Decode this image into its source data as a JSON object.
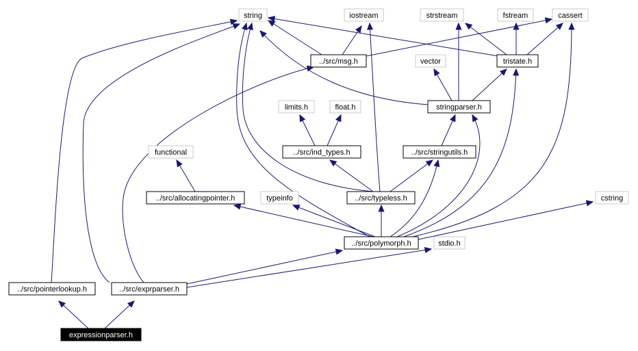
{
  "graph": {
    "nodes": [
      {
        "id": "string",
        "label": "string"
      },
      {
        "id": "iostream",
        "label": "iostream"
      },
      {
        "id": "strstream",
        "label": "strstream"
      },
      {
        "id": "fstream",
        "label": "fstream"
      },
      {
        "id": "cassert",
        "label": "cassert"
      },
      {
        "id": "msg",
        "label": "../src/msg.h"
      },
      {
        "id": "tristate",
        "label": "tristate.h"
      },
      {
        "id": "vector",
        "label": "vector"
      },
      {
        "id": "stringparser",
        "label": "stringparser.h"
      },
      {
        "id": "limits",
        "label": "limits.h"
      },
      {
        "id": "float",
        "label": "float.h"
      },
      {
        "id": "ind_types",
        "label": "../src/ind_types.h"
      },
      {
        "id": "stringutils",
        "label": "../src/stringutils.h"
      },
      {
        "id": "functional",
        "label": "functional"
      },
      {
        "id": "allocatingpointer",
        "label": "../src/allocatingpointer.h"
      },
      {
        "id": "typeinfo",
        "label": "typeinfo"
      },
      {
        "id": "typeless",
        "label": "../src/typeless.h"
      },
      {
        "id": "cstring",
        "label": "cstring"
      },
      {
        "id": "polymorph",
        "label": "../src/polymorph.h"
      },
      {
        "id": "stdio",
        "label": "stdio.h"
      },
      {
        "id": "pointerlookup",
        "label": "../src/pointerlookup.h"
      },
      {
        "id": "exprparser",
        "label": "../src/exprparser.h"
      },
      {
        "id": "expressionparser",
        "label": "expressionparser.h"
      }
    ]
  },
  "colors": {
    "edge": "#191970",
    "internal_border": "#000000",
    "external_border": "#c8c8c8",
    "root_fill": "#000000",
    "root_text": "#ffffff"
  }
}
